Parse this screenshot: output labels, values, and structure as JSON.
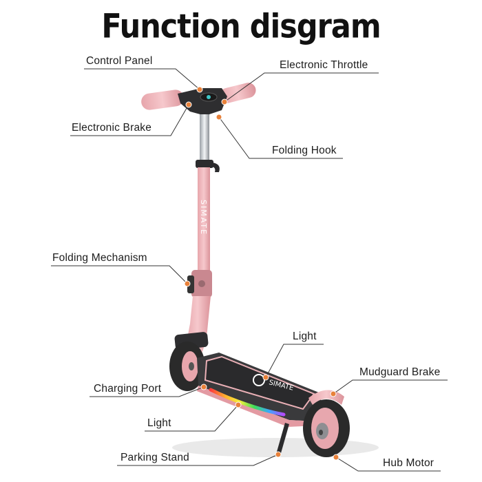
{
  "title": "Function disgram",
  "brand_text": "SIMATE",
  "labels": {
    "control_panel": "Control Panel",
    "electronic_throttle": "Electronic Throttle",
    "electronic_brake": "Electronic Brake",
    "folding_hook": "Folding Hook",
    "folding_mechanism": "Folding Mechanism",
    "light_top": "Light",
    "mudguard_brake": "Mudguard Brake",
    "charging_port": "Charging Port",
    "light_bottom": "Light",
    "parking_stand": "Parking Stand",
    "hub_motor": "Hub Motor"
  },
  "colors": {
    "scooter_pink": "#eeb3b8",
    "scooter_pink_dark": "#d98f97",
    "deck_dark": "#3a3a3c",
    "tire": "#2a2a2a",
    "marker_orange": "#e8813a",
    "leader_line": "#333333"
  }
}
